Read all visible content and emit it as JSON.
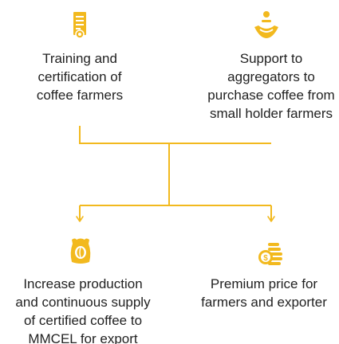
{
  "accent_color": "#f2b91e",
  "nodes": {
    "top_left": {
      "icon": "certificate-document-icon",
      "lines": [
        "Training and",
        "certification of",
        "coffee farmers"
      ]
    },
    "top_right": {
      "icon": "hand-holding-coin-icon",
      "lines": [
        "Support to",
        "aggregators to",
        "purchase coffee from",
        "small holder farmers"
      ]
    },
    "bottom_left": {
      "icon": "coffee-sack-icon",
      "lines": [
        "Increase production",
        "and continuous supply",
        "of certified coffee to",
        "MMCEL for export"
      ]
    },
    "bottom_right": {
      "icon": "coin-stack-icon",
      "lines": [
        "Premium price for",
        "farmers and exporter"
      ]
    }
  }
}
